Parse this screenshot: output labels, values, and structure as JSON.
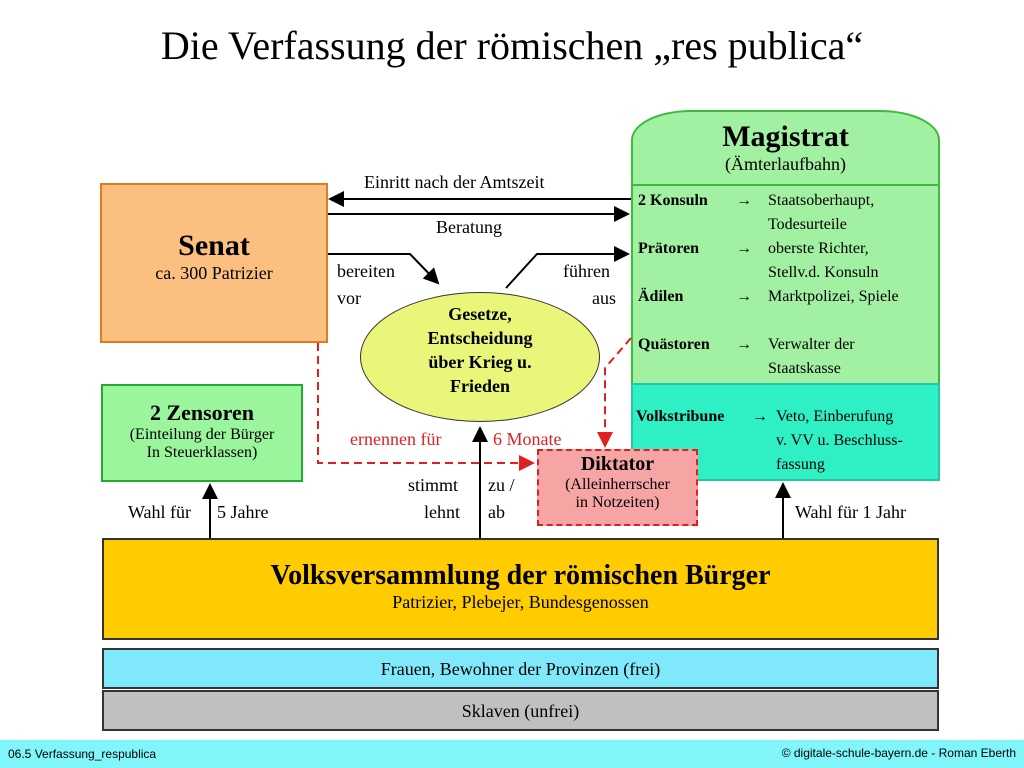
{
  "title": "Die Verfassung der römischen „res publica“",
  "senat": {
    "title": "Senat",
    "subtitle": "ca. 300 Patrizier"
  },
  "zensoren": {
    "title": "2 Zensoren",
    "line1": "(Einteilung der Bürger",
    "line2": "In Steuerklassen)"
  },
  "gesetze": {
    "line1": "Gesetze,",
    "line2": "Entscheidung",
    "line3": "über Krieg u.",
    "line4": "Frieden"
  },
  "magistrat": {
    "title": "Magistrat",
    "subtitle": "(Ämterlaufbahn)",
    "offices": [
      {
        "name": "2 Konsuln",
        "arrow": "→",
        "desc1": "Staatsoberhaupt,",
        "desc2": "Todesurteile"
      },
      {
        "name": "Prätoren",
        "arrow": "→",
        "desc1": "oberste Richter,",
        "desc2": "Stellv.d. Konsuln"
      },
      {
        "name": "Ädilen",
        "arrow": "→",
        "desc1": "Marktpolizei, Spiele",
        "desc2": ""
      },
      {
        "name": "Quästoren",
        "arrow": "→",
        "desc1": "Verwalter der",
        "desc2": "Staatskasse"
      }
    ]
  },
  "volkstribune": {
    "name": "Volkstribune",
    "arrow": "→",
    "desc1": "Veto, Einberufung",
    "desc2": "v. VV u. Beschluss-",
    "desc3": "fassung"
  },
  "diktator": {
    "title": "Diktator",
    "line1": "(Alleinherrscher",
    "line2": "in Notzeiten)"
  },
  "arrows": {
    "eintritt": "Einritt nach der Amtszeit",
    "beratung": "Beratung",
    "bereiten": "bereiten",
    "vor": "vor",
    "fuehren": "führen",
    "aus": "aus",
    "ernennen": "ernennen für",
    "monate": "6 Monate",
    "stimmt": "stimmt",
    "lehnt": "lehnt",
    "zu": "zu /",
    "ab": "ab",
    "wahl_fuer": "Wahl für",
    "jahre5": "5 Jahre",
    "wahl1": "Wahl für 1 Jahr"
  },
  "volksversammlung": {
    "title": "Volksversammlung der römischen Bürger",
    "subtitle": "Patrizier, Plebejer, Bundesgenossen"
  },
  "frauen": "Frauen, Bewohner der Provinzen (frei)",
  "sklaven": "Sklaven (unfrei)",
  "footer": {
    "left": "06.5 Verfassung_respublica",
    "right": "© digitale-schule-bayern.de - Roman Eberth"
  },
  "colors": {
    "senat": "#fbbf80",
    "zensoren": "#9af59c",
    "gesetze": "#eaf67a",
    "magistrat": "#a2f0a2",
    "volkstribune": "#2ef0c4",
    "diktator": "#f6a4a4",
    "volksversammlung": "#ffcc00",
    "frauen": "#80e8fb",
    "sklaven": "#c0c0c0"
  }
}
